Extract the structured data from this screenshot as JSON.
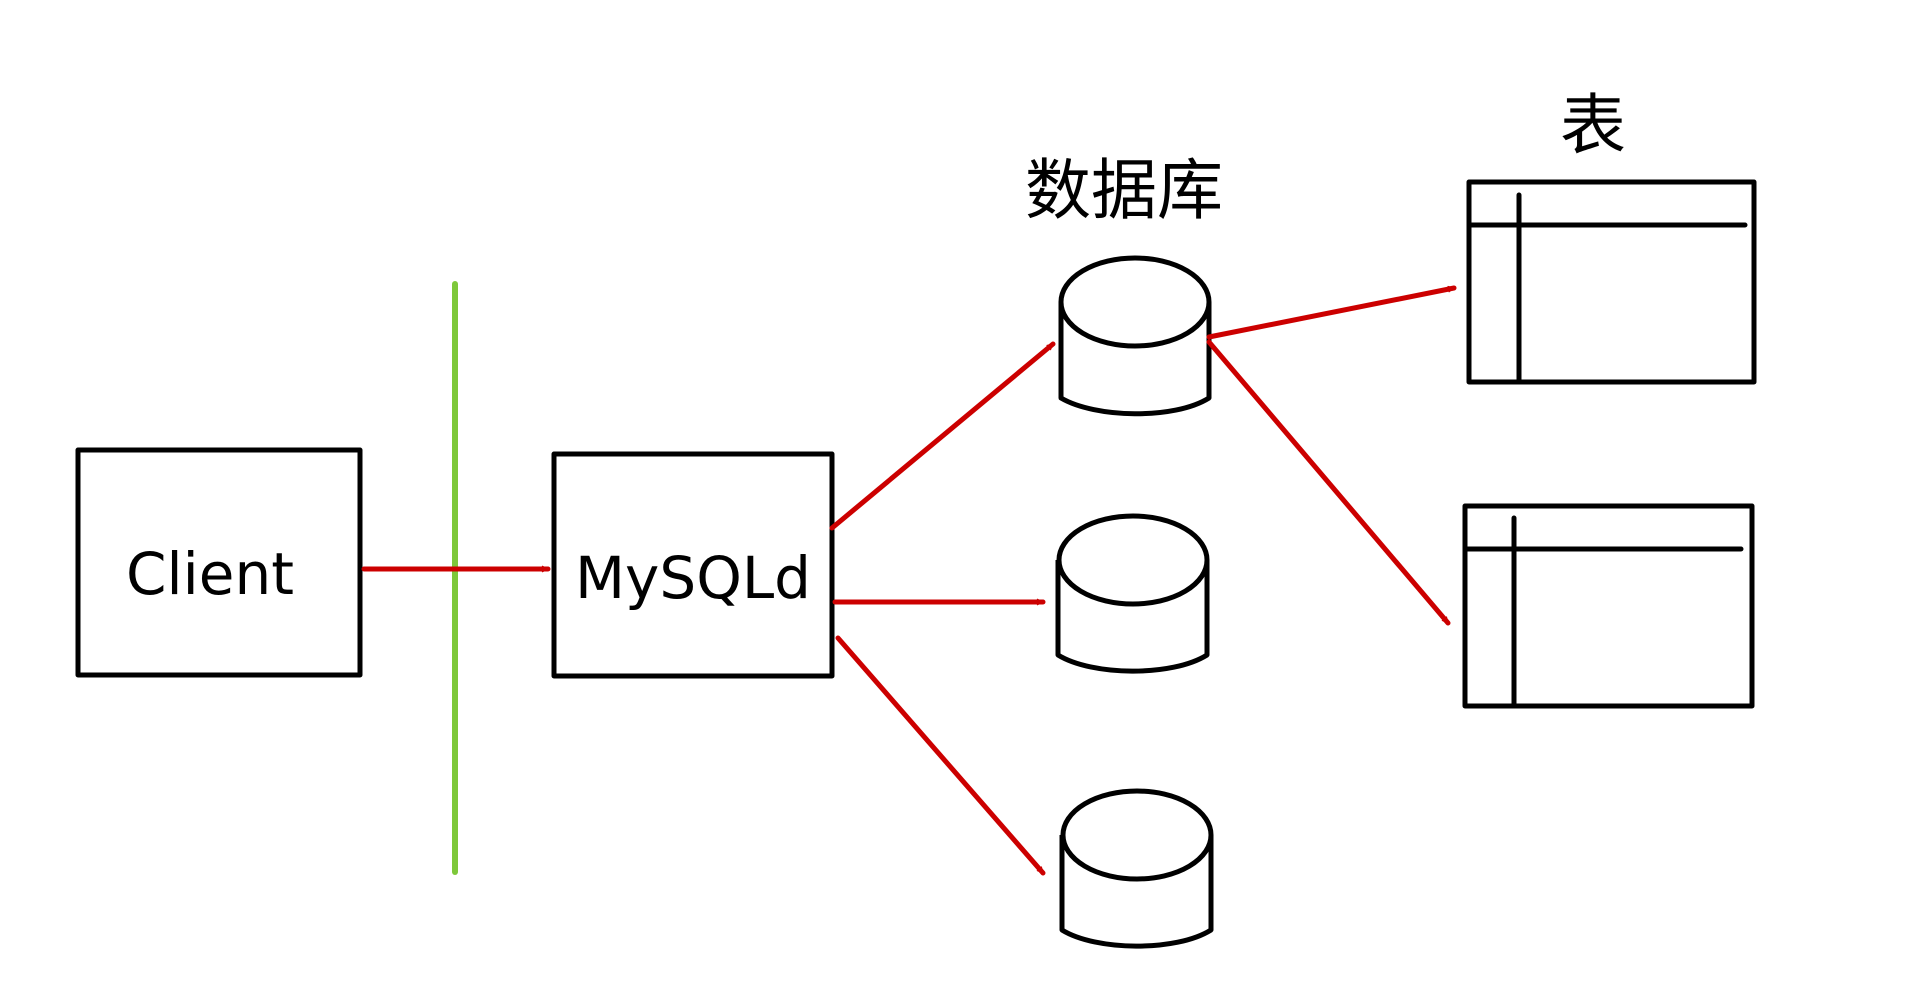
{
  "labels": {
    "client": "Client",
    "server": "MySQLd",
    "databases": "数据库",
    "tables": "表"
  },
  "icons": {
    "database": "database-cylinder-icon",
    "table": "table-grid-icon"
  },
  "colors": {
    "arrow": "#cc0000",
    "boundary": "#7ec83a",
    "outline": "#000000",
    "background": "#ffffff"
  }
}
